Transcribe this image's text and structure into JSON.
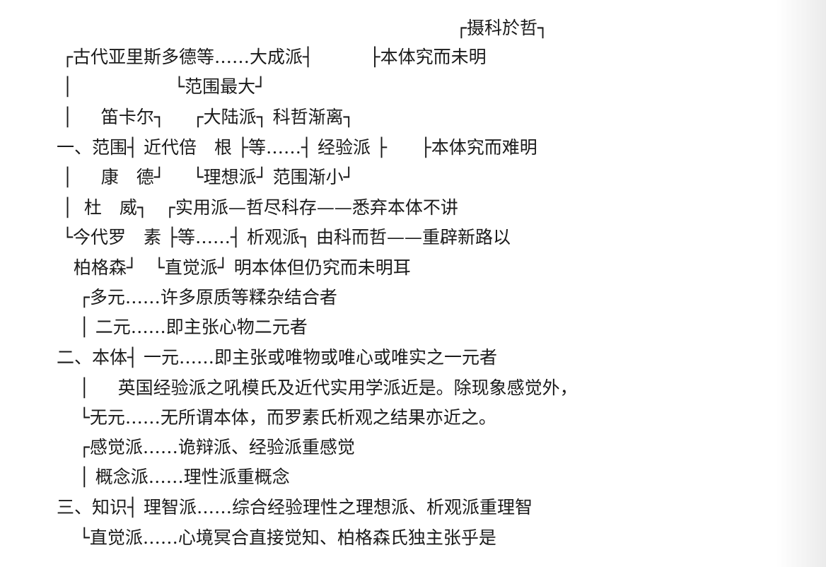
{
  "document": {
    "lines": [
      "                    ┌摄科於哲┐",
      " ┌古代亚里斯多德等……大成派┤          ├本体究而未明",
      " │                  └范围最大┘",
      " │     笛卡尔┐     ┌大陆派┐ 科哲渐离┐",
      "一、范围┤ 近代倍　根 ├等……┤ 经验派 ├      ├本体究而难明",
      " │     康　德┘     └理想派┘ 范围渐小┘",
      " │  杜　威┐   ┌实用派—哲尽科存——悉弃本体不讲",
      " └今代罗　素 ├等……┤ 析观派┐ 由科而哲——重辟新路以",
      "   柏格森┘   └直觉派┘ 明本体但仍究而未明耳",
      "    ┌多元……许多原质等糅杂结合者",
      "    │ 二元……即主张心物二元者",
      "二、本体┤ 一元……即主张或唯物或唯心或唯实之一元者",
      "    │     英国经验派之吼模氏及近代实用学派近是。除现象感觉外，",
      "    └无元……无所谓本体，而罗素氏析观之结果亦近之。",
      "    ┌感觉派……诡辩派、经验派重感觉",
      "    │ 概念派……理性派重概念",
      "三、知识┤ 理智派……综合经验理性之理想派、析观派重理智",
      "    └直觉派……心境冥合直接觉知、柏格森氏独主张乎是"
    ]
  }
}
